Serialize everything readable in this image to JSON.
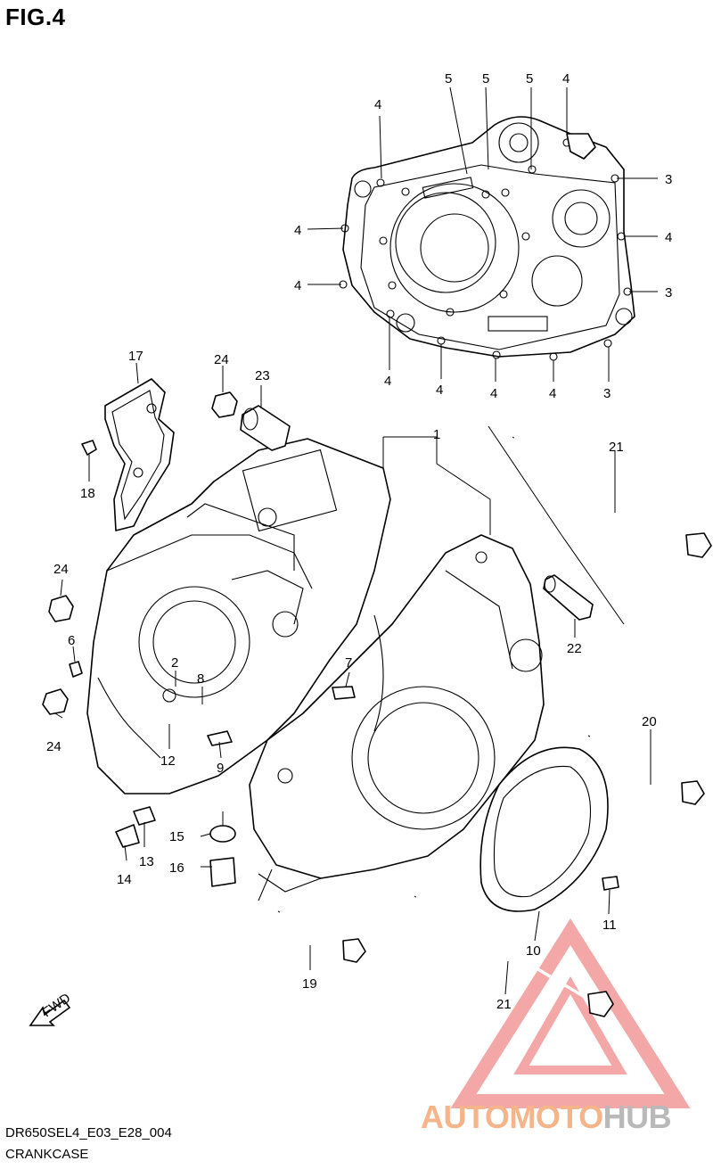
{
  "figure": {
    "title": "FIG.4"
  },
  "footer": {
    "code": "DR650SEL4_E03_E28_004",
    "name": "CRANKCASE"
  },
  "watermark": {
    "part1": "AUTOMOTO",
    "part2": "HUB",
    "color1": "#f5b48a",
    "color2": "#b9b9b9",
    "logo_color": "#f08a8a"
  },
  "fwd_label": "FWD",
  "callouts": {
    "c1": "1",
    "c2": "2",
    "c3a": "3",
    "c3b": "3",
    "c3c": "3",
    "c4a": "4",
    "c4b": "4",
    "c4c": "4",
    "c4d": "4",
    "c4e": "4",
    "c4f": "4",
    "c4g": "4",
    "c4h": "4",
    "c4i": "4",
    "c5a": "5",
    "c5b": "5",
    "c5c": "5",
    "c6": "6",
    "c7": "7",
    "c8": "8",
    "c9": "9",
    "c10": "10",
    "c11": "11",
    "c12": "12",
    "c13": "13",
    "c14": "14",
    "c15": "15",
    "c16": "16",
    "c17": "17",
    "c18": "18",
    "c19": "19",
    "c20": "20",
    "c21a": "21",
    "c21b": "21",
    "c22": "22",
    "c23": "23",
    "c24a": "24",
    "c24b": "24",
    "c24c": "24"
  }
}
